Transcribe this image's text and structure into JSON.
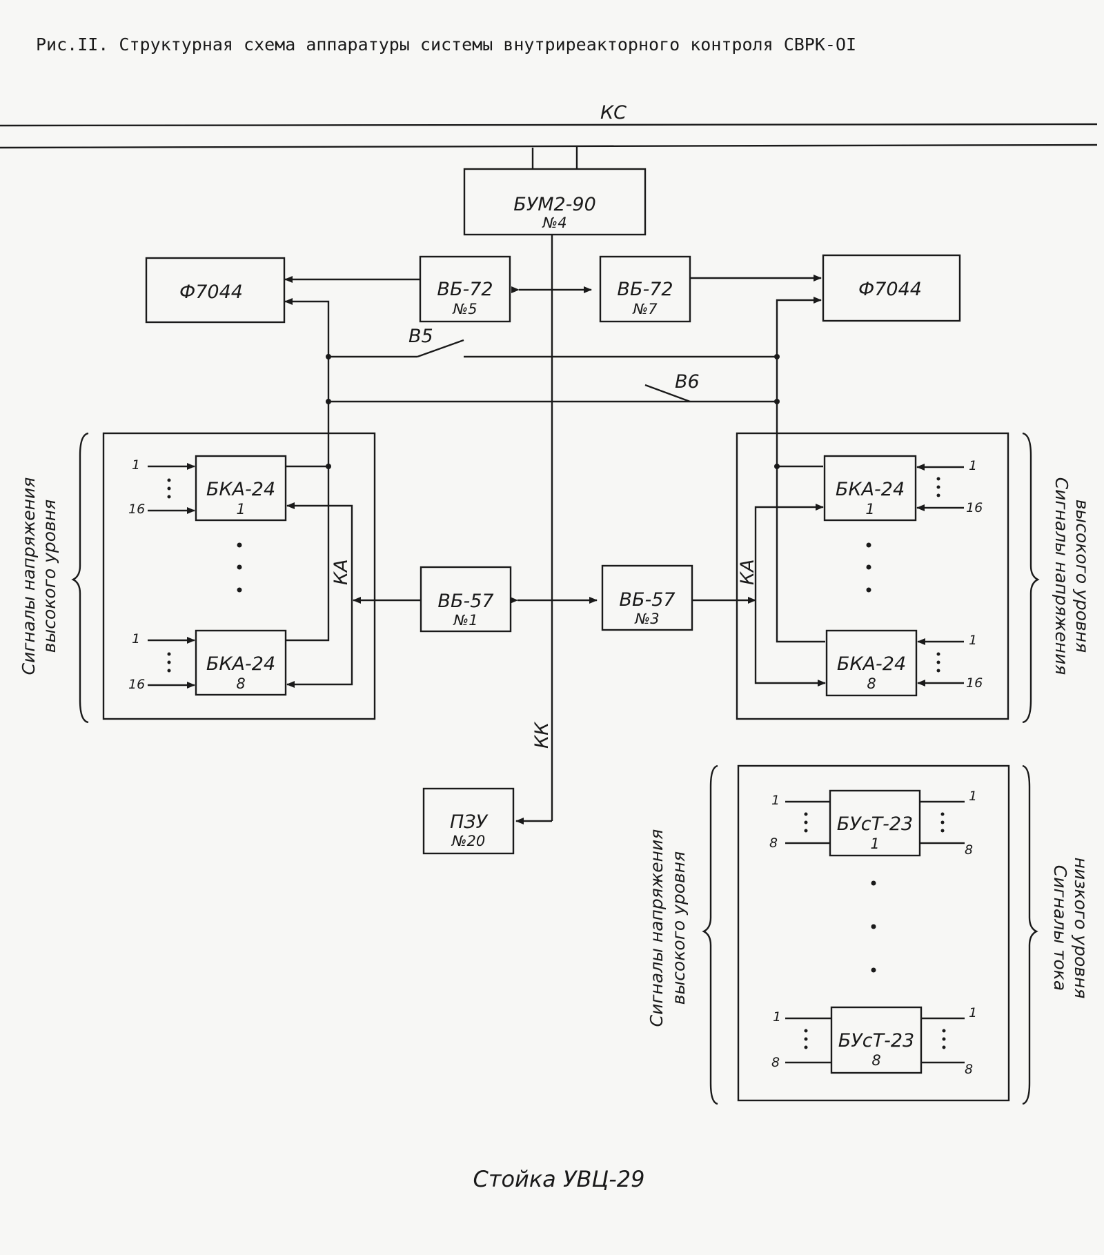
{
  "caption": "Рис.II. Структурная схема аппаратуры системы внутриреакторного контроля СВРК-OI",
  "diagram": {
    "bus_label": "КС",
    "bum": {
      "name": "БУМ2-90",
      "num": "№4"
    },
    "vb72_left": {
      "name": "ВБ-72",
      "num": "№5"
    },
    "vb72_right": {
      "name": "ВБ-72",
      "num": "№7"
    },
    "f7044_left": "Ф7044",
    "f7044_right": "Ф7044",
    "switch_b5": "В5",
    "switch_b6": "В6",
    "vb57_left": {
      "name": "ВБ-57",
      "num": "№1"
    },
    "vb57_right": {
      "name": "ВБ-57",
      "num": "№3"
    },
    "bka_left_top": {
      "name": "БКА-24",
      "num": "1"
    },
    "bka_left_bottom": {
      "name": "БКА-24",
      "num": "8"
    },
    "bka_right_top": {
      "name": "БКА-24",
      "num": "1"
    },
    "bka_right_bottom": {
      "name": "БКА-24",
      "num": "8"
    },
    "bust_top": {
      "name": "БУсТ-23",
      "num": "1"
    },
    "bust_bottom": {
      "name": "БУсТ-23",
      "num": "8"
    },
    "pzu": {
      "name": "ПЗУ",
      "num": "№20"
    },
    "ka_label": "КА",
    "kk_label": "КК",
    "pin_1": "1",
    "pin_16": "16",
    "pin_8": "8",
    "side_left": [
      "Сигналы напряжения",
      "высокого уровня"
    ],
    "side_right": [
      "Сигналы напряжения",
      "высокого уровня"
    ],
    "side_bottom_left": [
      "Сигналы напряжения",
      "высокого уровня"
    ],
    "side_bottom_right": [
      "Сигналы тока",
      "низкого уровня"
    ],
    "stand": "Стойка УВЦ-29"
  }
}
